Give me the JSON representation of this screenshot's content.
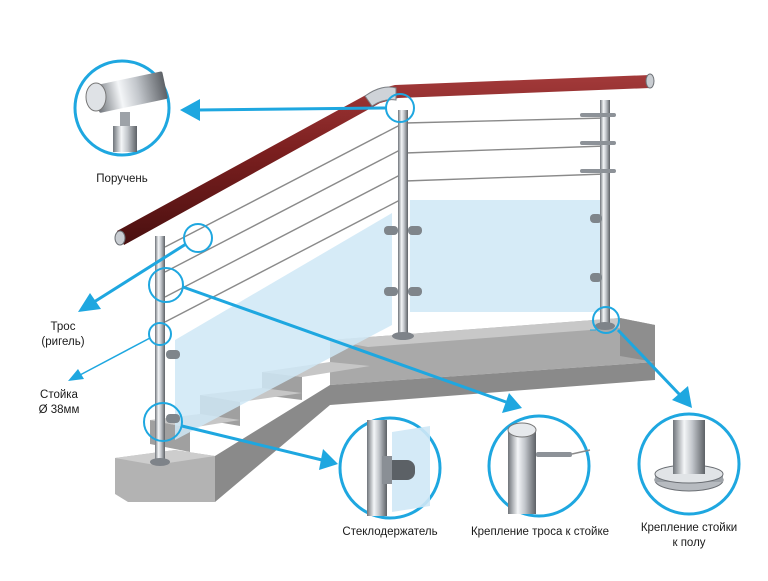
{
  "labels": {
    "handrail": "Поручень",
    "cable_line1": "Трос",
    "cable_line2": "(ригель)",
    "post_line1": "Стойка",
    "post_line2": "Ø 38мм",
    "glass_holder": "Стеклодержатель",
    "cable_mount": "Крепление троса к стойке",
    "post_mount_line1": "Крепление стойки",
    "post_mount_line2": "к полу"
  },
  "colors": {
    "handrail": "#7b1f1f",
    "steel": "#b9bdc3",
    "glass": "#cfe8f6",
    "callout": "#1ea7e0",
    "concrete": "#9c9c9c"
  }
}
